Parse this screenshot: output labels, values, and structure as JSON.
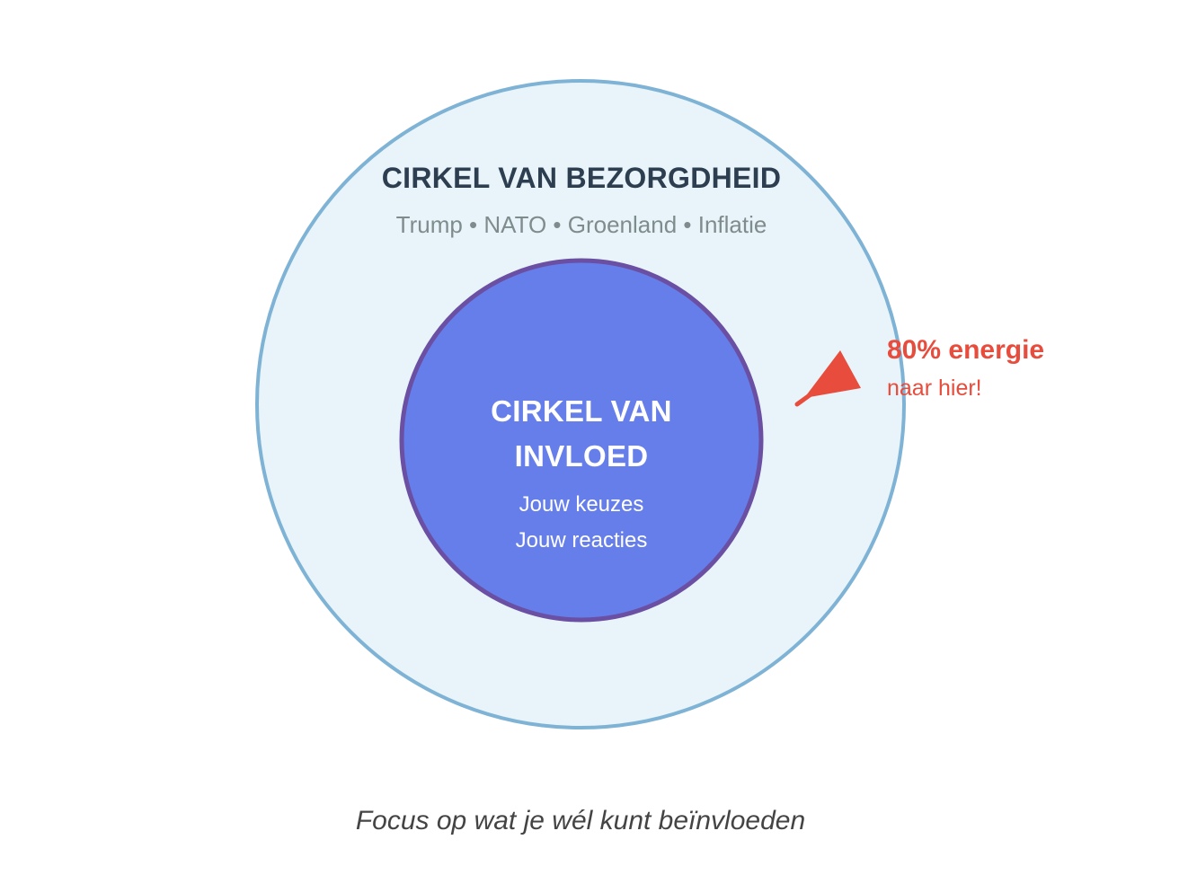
{
  "outer_circle": {
    "title": "CIRKEL VAN BEZORGDHEID",
    "topics": "Trump • NATO • Groenland • Inflatie",
    "fill_color": "#e8f4f9",
    "stroke_color": "#7fb3d5"
  },
  "inner_circle": {
    "title_line1": "CIRKEL VAN",
    "title_line2": "INVLOED",
    "line1": "Jouw keuzes",
    "line2": "Jouw reacties",
    "fill_color": "#667eea",
    "stroke_color": "#6a4fa3"
  },
  "callout": {
    "main": "80% energie",
    "sub": "naar hier!",
    "color": "#e74c3c",
    "icon": "arrow-pointer-icon"
  },
  "caption": "Focus op wat je wél kunt beïnvloeden"
}
